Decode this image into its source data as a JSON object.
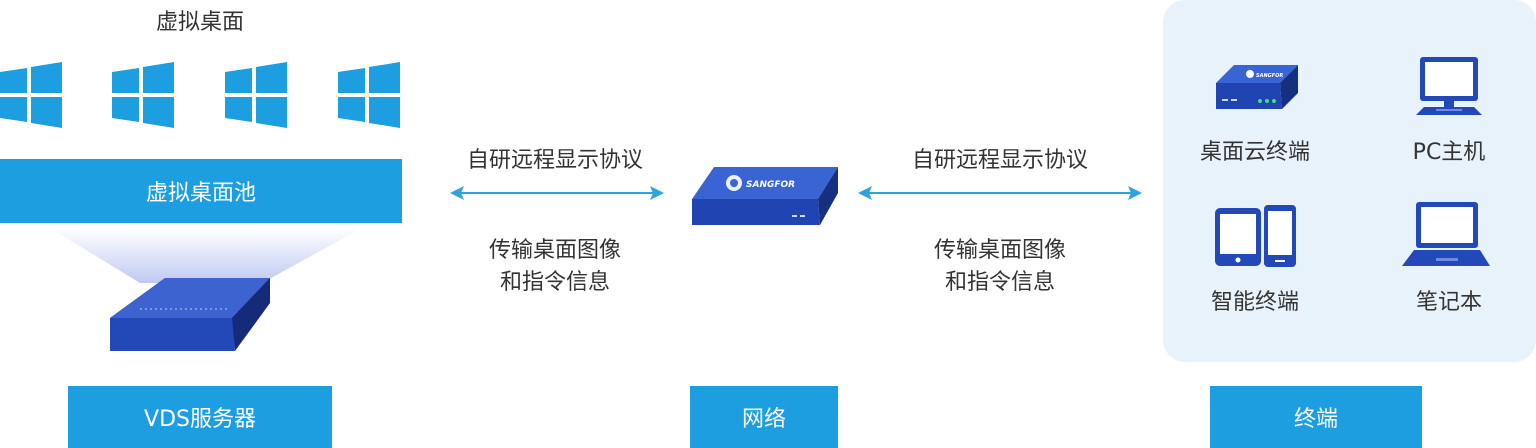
{
  "server": {
    "top_label": "虚拟桌面",
    "pool_label": "虚拟桌面池",
    "bottom_label": "VDS服务器"
  },
  "left_link": {
    "protocol_label": "自研远程显示协议",
    "transfer_line1": "传输桌面图像",
    "transfer_line2": "和指令信息"
  },
  "network": {
    "device_brand": "SANGFOR",
    "bottom_label": "网络"
  },
  "right_link": {
    "protocol_label": "自研远程显示协议",
    "transfer_line1": "传输桌面图像",
    "transfer_line2": "和指令信息"
  },
  "terminals": {
    "items": [
      {
        "label": "桌面云终端",
        "icon": "thin-client-icon"
      },
      {
        "label": "PC主机",
        "icon": "pc-icon"
      },
      {
        "label": "智能终端",
        "icon": "tablet-phone-icon"
      },
      {
        "label": "笔记本",
        "icon": "laptop-icon"
      }
    ],
    "bottom_label": "终端"
  },
  "colors": {
    "accent": "#1d9ee0",
    "arrow": "#2ea3dc",
    "icon_blue": "#2348b8",
    "windows_blue": "#1d9ee0",
    "panel_bg": "#e8f2fb"
  }
}
